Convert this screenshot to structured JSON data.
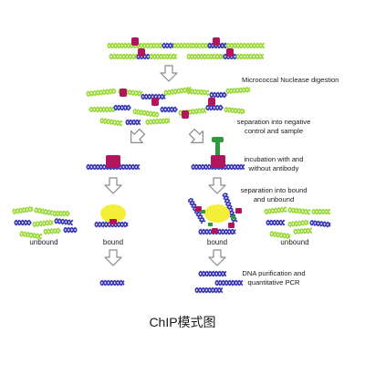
{
  "steps": {
    "digestion": "Micrococcal Nuclease digestion",
    "separation_1": "separation into negative",
    "separation_2": "control and sample",
    "incubation_1": "incubation with and",
    "incubation_2": "without antibody",
    "bound_unbound_1": "separation into bound",
    "bound_unbound_2": "and unbound",
    "purification_1": "DNA purification and",
    "purification_2": "quantitative PCR"
  },
  "labels": {
    "left_unbound": "unbound",
    "left_bound": "bound",
    "right_bound": "bound",
    "right_unbound": "unbound"
  },
  "caption": "ChIP模式图",
  "colors": {
    "dna_green": "#9bd83a",
    "dna_blue": "#3a38b8",
    "histone": "#b0155e",
    "antibody": "#2e9a3c",
    "bead": "#f3ef38",
    "arrow": "#8a8a8a"
  }
}
